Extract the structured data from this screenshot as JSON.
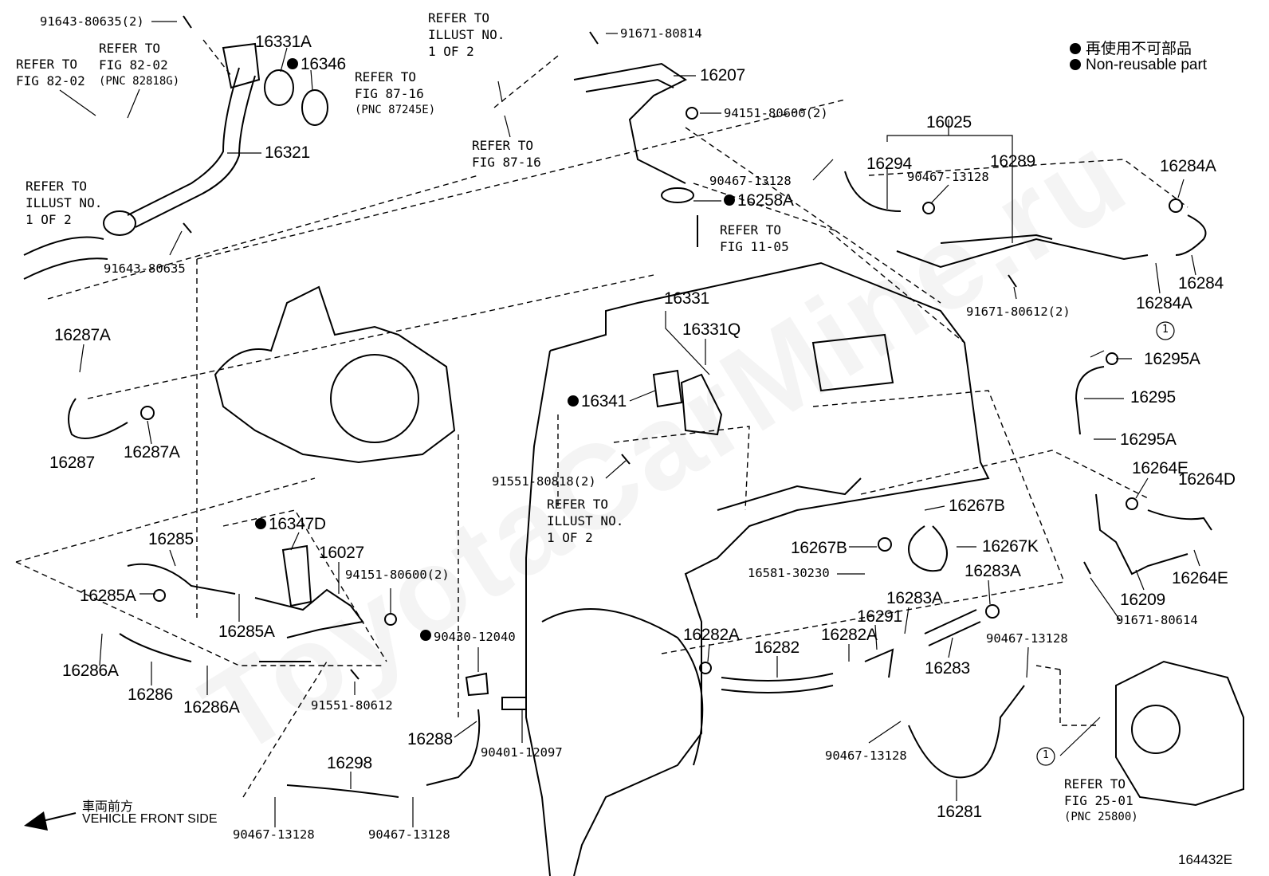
{
  "legend": {
    "item1": "再使用不可部品",
    "item2": "Non-reusable part"
  },
  "watermark": "ToyotaCarMine.ru",
  "illustration_id": "164432E",
  "front_side": {
    "jp": "車両前方",
    "en": "VEHICLE FRONT SIDE"
  },
  "callout_symbol": "1",
  "parts": {
    "p16331A": "16331A",
    "p16346": "16346",
    "p16321": "16321",
    "p91643_80635_2": "91643-80635(2)",
    "p91643_80635": "91643-80635",
    "p91671_80814": "91671-80814",
    "p16207": "16207",
    "p94151_80600_2a": "94151-80600(2)",
    "p16258A": "16258A",
    "p16025": "16025",
    "p90467_13128_a": "90467-13128",
    "p90467_13128_b": "90467-13128",
    "p16294": "16294",
    "p16289": "16289",
    "p16284A_a": "16284A",
    "p16284A_b": "16284A",
    "p16284": "16284",
    "p91671_80612_2": "91671-80612(2)",
    "p16331": "16331",
    "p16331Q": "16331Q",
    "p16341": "16341",
    "p91551_80818_2": "91551-80818(2)",
    "p16287A_a": "16287A",
    "p16287A_b": "16287A",
    "p16287": "16287",
    "p16295A_a": "16295A",
    "p16295": "16295",
    "p16295A_b": "16295A",
    "p16264E_a": "16264E",
    "p16264D": "16264D",
    "p16264E_b": "16264E",
    "p16209": "16209",
    "p91671_80614": "91671-80614",
    "p16267B_a": "16267B",
    "p16267B_b": "16267B",
    "p16267K": "16267K",
    "p16581_30230": "16581-30230",
    "p16283A_a": "16283A",
    "p16283A_b": "16283A",
    "p16291": "16291",
    "p16283": "16283",
    "p16282A_a": "16282A",
    "p16282": "16282",
    "p16282A_b": "16282A",
    "p90467_13128_c": "90467-13128",
    "p90467_13128_d": "90467-13128",
    "p16281": "16281",
    "p16285": "16285",
    "p16285A_a": "16285A",
    "p16285A_b": "16285A",
    "p16347D": "16347D",
    "p16027": "16027",
    "p94151_80600_2b": "94151-80600(2)",
    "p16286A_a": "16286A",
    "p16286": "16286",
    "p16286A_b": "16286A",
    "p91551_80612": "91551-80612",
    "p90430_12040": "90430-12040",
    "p16288": "16288",
    "p90401_12097": "90401-12097",
    "p16298": "16298",
    "p90467_13128_e": "90467-13128",
    "p90467_13128_f": "90467-13128"
  },
  "refs": {
    "r_fig8202_a": [
      "REFER TO",
      "FIG 82-02"
    ],
    "r_fig8202_b": [
      "REFER TO",
      "FIG 82-02",
      "(PNC 82818G)"
    ],
    "r_illust_a": [
      "REFER TO",
      "ILLUST NO.",
      "1 OF 2"
    ],
    "r_illust_b": [
      "REFER TO",
      "ILLUST NO.",
      "1 OF 2"
    ],
    "r_fig8716_a": [
      "REFER TO",
      "FIG 87-16",
      "(PNC 87245E)"
    ],
    "r_fig8716_b": [
      "REFER TO",
      "FIG 87-16"
    ],
    "r_fig1105": [
      "REFER TO",
      "FIG 11-05"
    ],
    "r_illust_c": [
      "REFER TO",
      "ILLUST NO.",
      "1 OF 2"
    ],
    "r_fig2501": [
      "REFER TO",
      "FIG 25-01",
      "(PNC 25800)"
    ]
  }
}
